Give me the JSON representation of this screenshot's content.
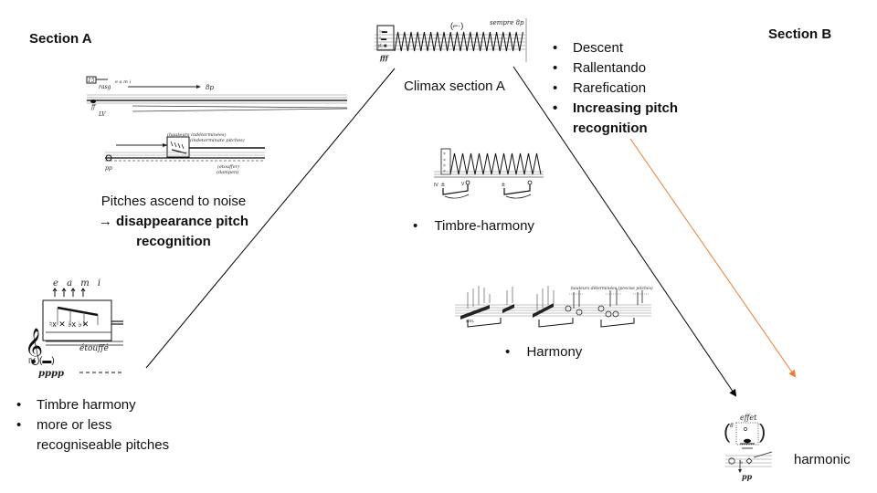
{
  "slide": {
    "section_a_title": "Section A",
    "section_b_title": "Section B",
    "section_a_caption": {
      "line1": "Pitches ascend to noise",
      "arrow": "→",
      "line2_bold": "disappearance pitch",
      "line3_bold": "recognition"
    },
    "section_a_bullets": [
      {
        "bullet": "•",
        "text": "Timbre harmony"
      },
      {
        "bullet": "•",
        "text": "more or less recogniseable pitches"
      }
    ],
    "climax_label": "Climax section A",
    "section_b_bullets": [
      {
        "bullet": "•",
        "text": "Descent",
        "bold": false
      },
      {
        "bullet": "•",
        "text": "Rallentando",
        "bold": false
      },
      {
        "bullet": "•",
        "text": "Rarefication",
        "bold": false
      },
      {
        "bullet": "•",
        "text": "Increasing pitch recognition",
        "bold": true
      }
    ],
    "timbre_harmony_bullet": {
      "bullet": "•",
      "text": "Timbre-harmony"
    },
    "harmony_bullet": {
      "bullet": "•",
      "text": "Harmony"
    },
    "harmonic_label": "harmonic",
    "colors": {
      "text": "#111111",
      "line": "#000000",
      "orange_arrow": "#ED7D31"
    }
  },
  "score_excerpts": {
    "excerpt_1": {
      "rehearsal_mark": "15",
      "technique": "rasg",
      "fingering": "e a m i",
      "octave": "8p",
      "dynamic": "ff",
      "lv": "LV"
    },
    "excerpt_2": {
      "note_fr": "(hauteurs indéterminées)",
      "note_en": "(indeterminate pitches)",
      "damp_fr": "(étouffer)",
      "damp_en": "(dampen)",
      "dynamic": "pp"
    },
    "excerpt_3": {
      "fingering": "e a m i",
      "etouffe": "étouffé",
      "string": "IV",
      "dynamic": "pppp"
    },
    "climax_excerpt": {
      "marking": "sempre 8p",
      "dynamic": "fff"
    },
    "timbre_excerpt": {
      "string_iv": "IV",
      "string_v": "V"
    },
    "harmony_excerpt": {
      "note": "hauteurs déterminées (precise pitches)",
      "abbr": "sim."
    },
    "harmonic_excerpt": {
      "effet": "effet",
      "dynamic": "pp",
      "string": "8"
    }
  }
}
